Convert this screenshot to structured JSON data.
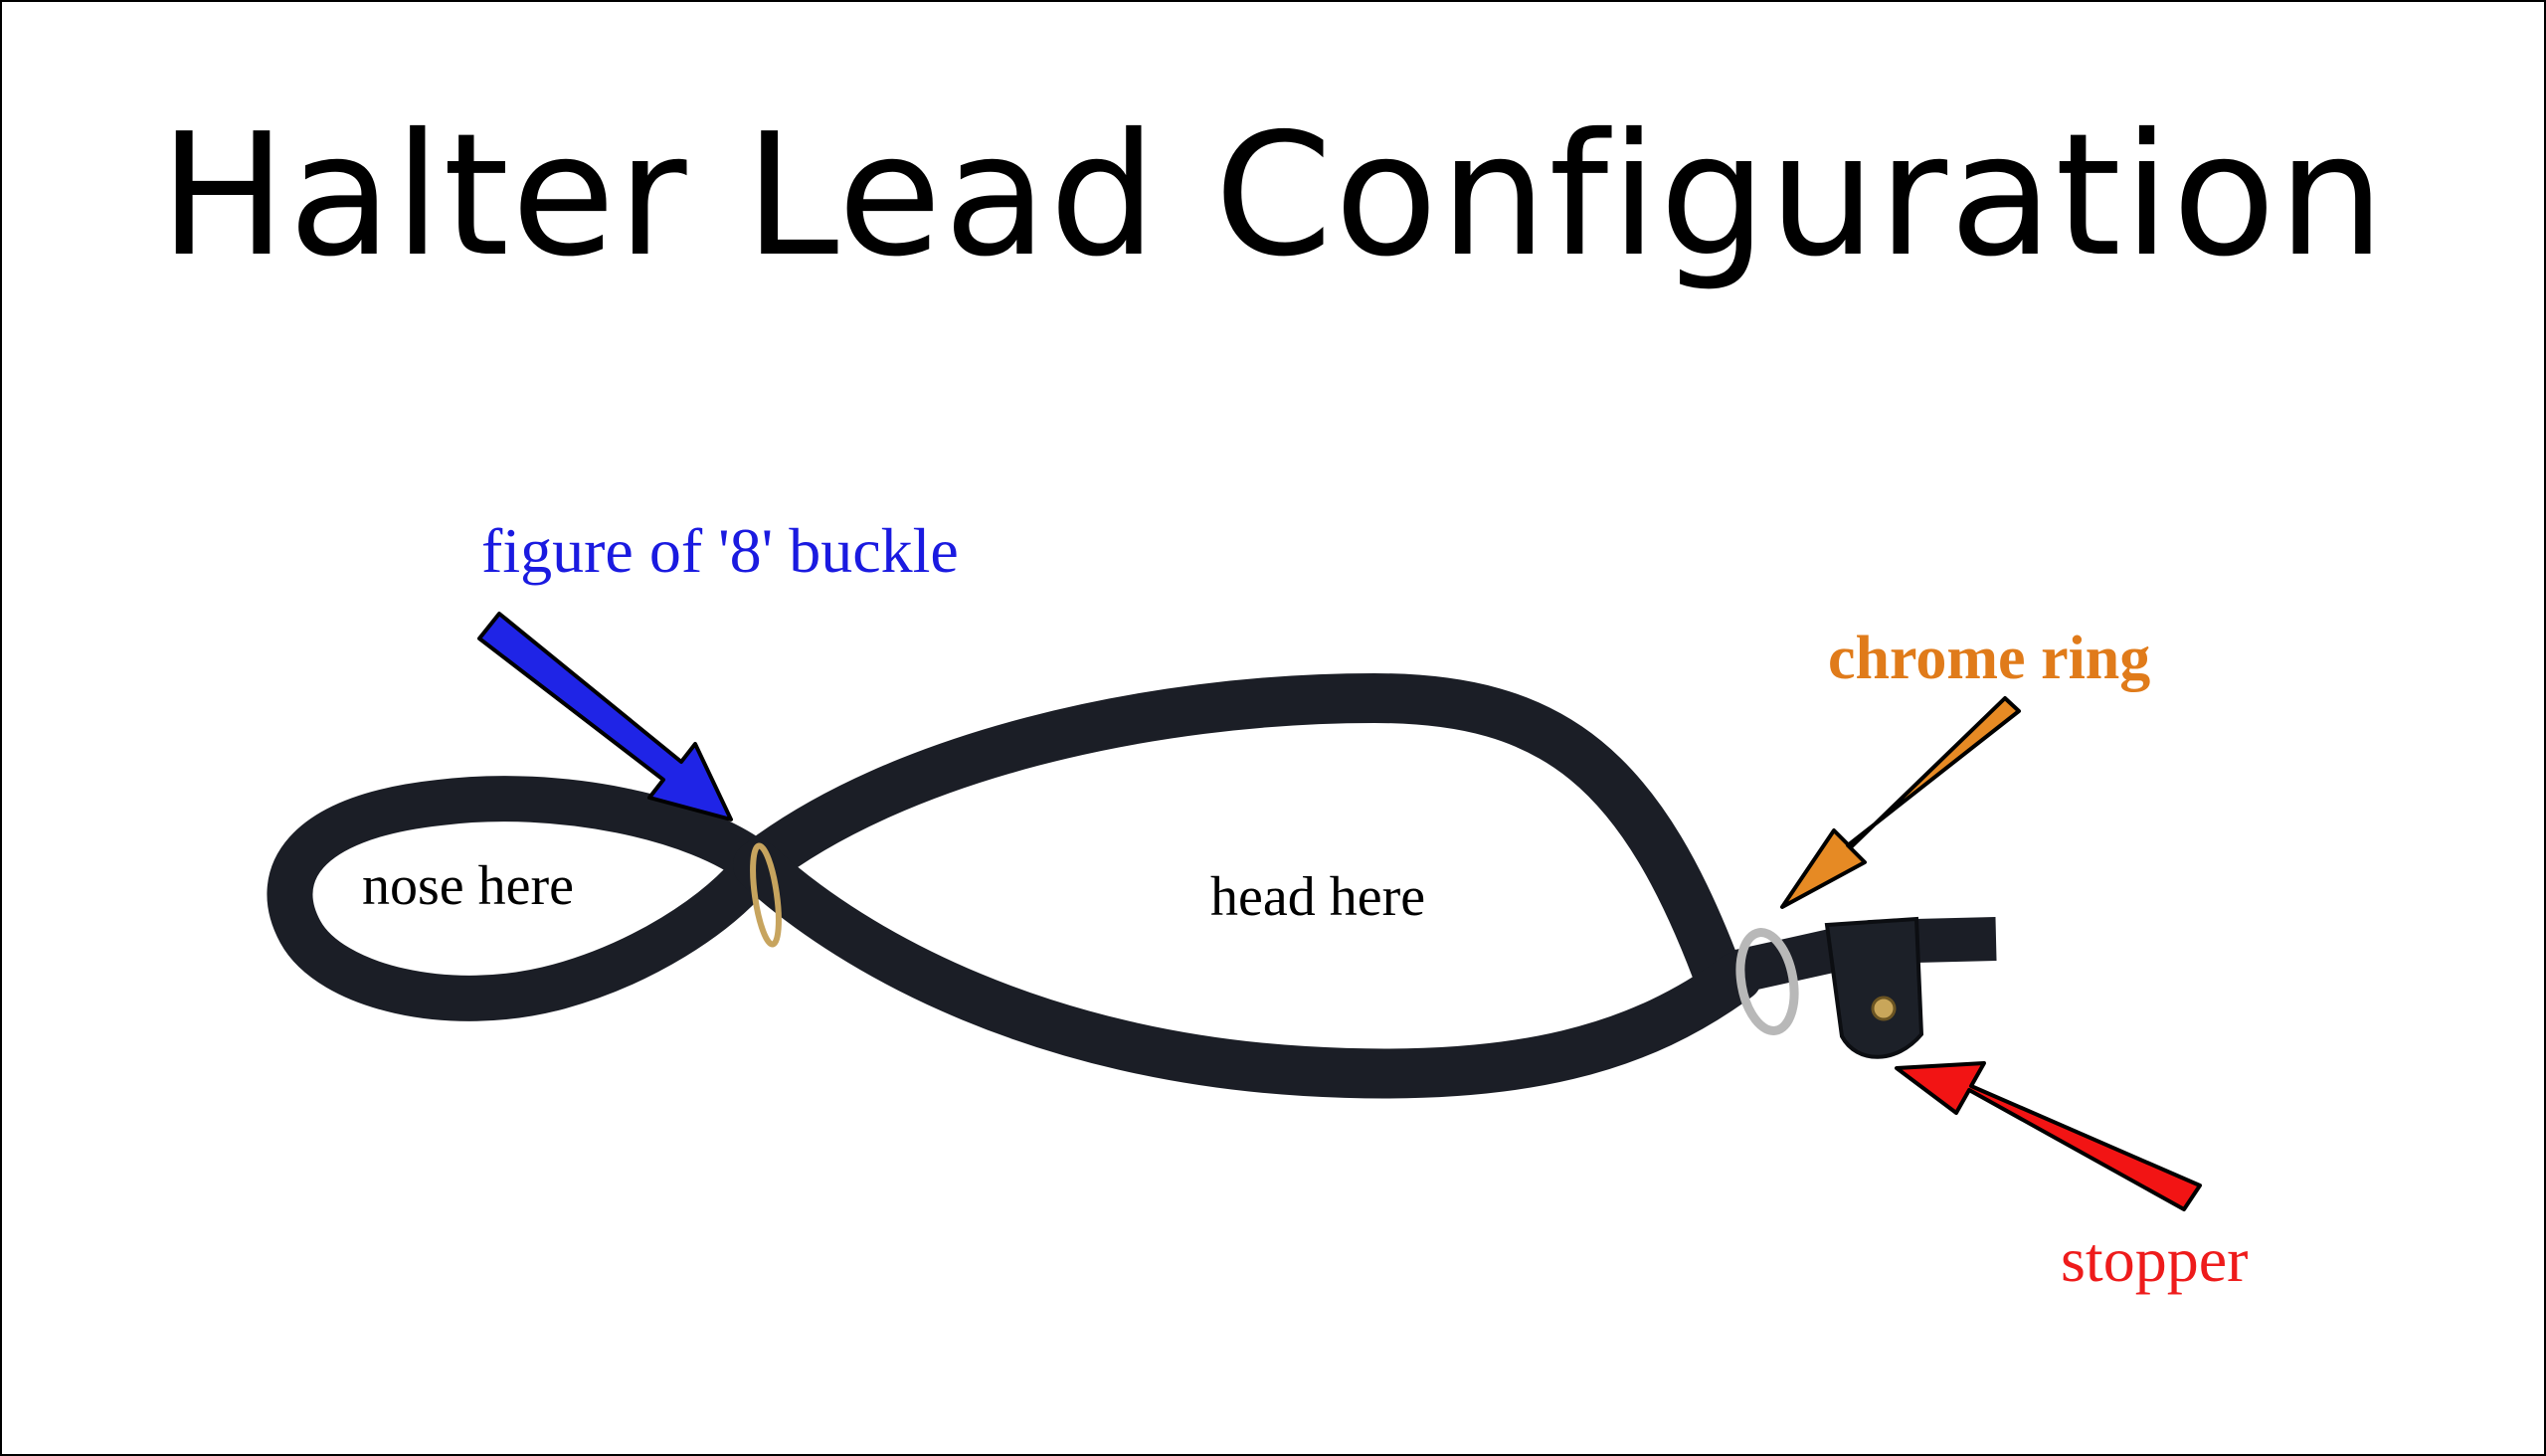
{
  "title": "Halter Lead Configuration",
  "labels": {
    "buckle": "figure of '8' buckle",
    "chrome_ring": "chrome ring",
    "stopper": "stopper",
    "nose": "nose here",
    "head": "head here"
  },
  "colors": {
    "buckle_label": "#1a1ae0",
    "buckle_arrow": "#1f24e6",
    "chrome_ring_label": "#e07b1a",
    "chrome_ring_arrow": "#e68a24",
    "stopper_label": "#ee1b1b",
    "stopper_arrow": "#f21414",
    "lead": "#1b1e26",
    "text": "#000000"
  },
  "icons": {
    "buckle_arrow": "arrow-icon",
    "chrome_ring_arrow": "arrow-icon",
    "stopper_arrow": "arrow-icon"
  }
}
